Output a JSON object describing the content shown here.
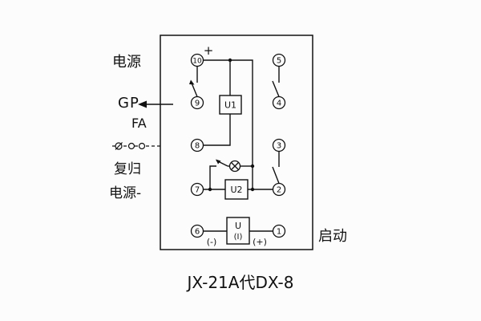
{
  "title": "JX-21A代DX-8",
  "labels": {
    "power_plus": "电源",
    "gp": "GP",
    "fa": "FA",
    "reset": "复归",
    "power_minus": "电源-",
    "start": "启动",
    "plus_mark": "+",
    "neg_terminal": "(-)",
    "pos_terminal": "(+)"
  },
  "components": {
    "u1": "U1",
    "u2": "U2",
    "u3_top": "U",
    "u3_bottom": "(I)"
  },
  "terminals": {
    "t10": "10",
    "t9": "9",
    "t8": "8",
    "t7": "7",
    "t6": "6",
    "t5": "5",
    "t4": "4",
    "t3": "3",
    "t2": "2",
    "t1": "1"
  }
}
